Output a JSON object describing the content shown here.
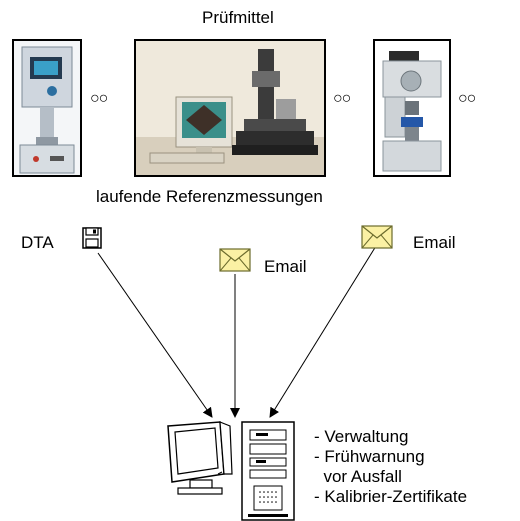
{
  "title": "Prüfmittel",
  "caption": "laufende Referenzmessungen",
  "links": {
    "left": "DTA",
    "middle": "Email",
    "right": "Email"
  },
  "rings": "○○",
  "notes": [
    "- Verwaltung",
    "- Frühwarnung",
    "  vor Ausfall",
    "- Kalibrier-Zertifikate"
  ],
  "icons": {
    "left_transfer": "floppy-disk-icon",
    "middle_transfer": "envelope-icon",
    "right_transfer": "envelope-icon",
    "central_station": "computer-workstation-icon"
  }
}
